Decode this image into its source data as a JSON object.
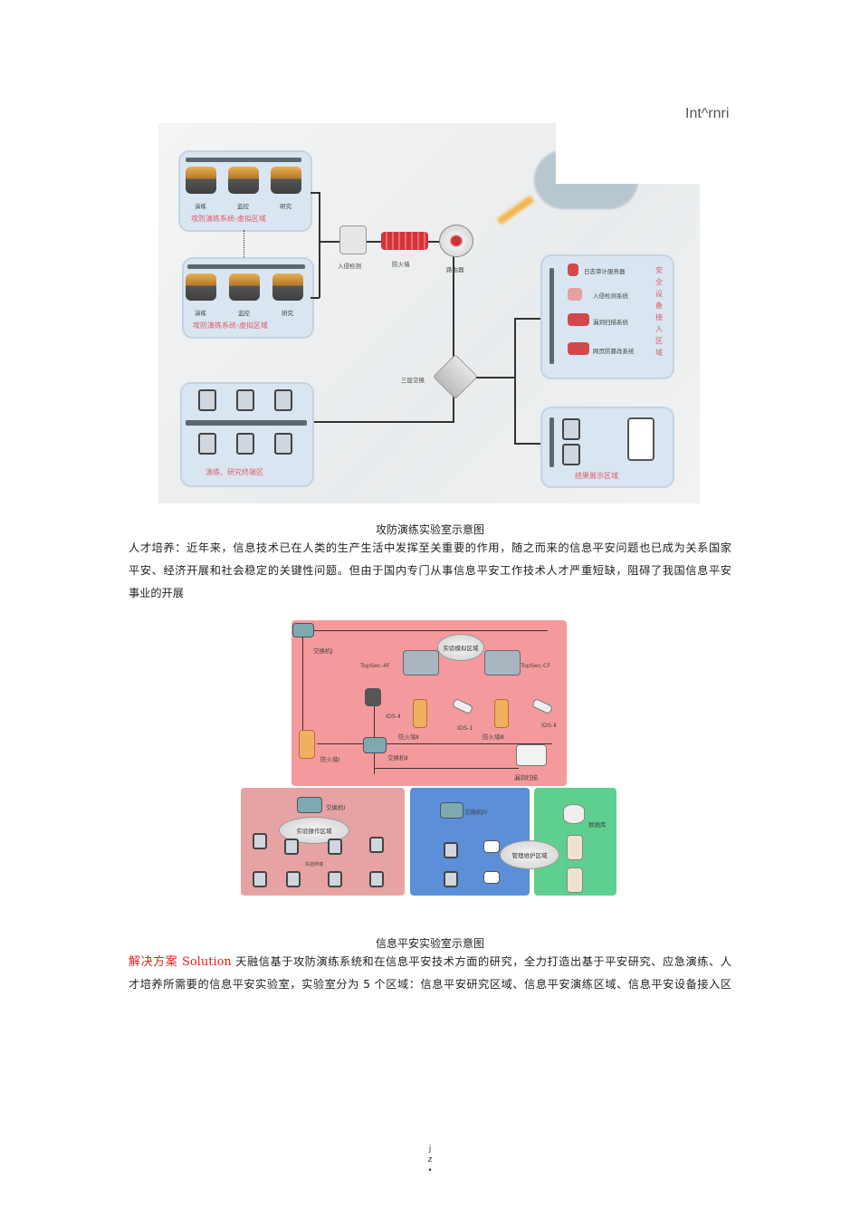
{
  "header": {
    "mark": "Int^rnri"
  },
  "figure1": {
    "caption": "攻防演练实验室示意图",
    "zone_top": {
      "nodes": [
        "演练",
        "监控",
        "研究"
      ],
      "label": "攻防演练系统-虚拟区域"
    },
    "zone_mid": {
      "nodes": [
        "演练",
        "监控",
        "研究"
      ],
      "label": "攻防演练系统-虚拟区域"
    },
    "devices": {
      "ids": "入侵检测",
      "firewall": "防火墙",
      "router": "路由器",
      "switch": "三层交换"
    },
    "terminal_zone": "演练、研究终端区",
    "security_zone": {
      "title": "安全设备接入区域",
      "items": [
        "日志审计服务器",
        "入侵检测系统",
        "漏洞扫描系统",
        "网页防篡改系统"
      ]
    },
    "display_zone": "结果展示区域"
  },
  "paragraph1": {
    "lines": [
      "人才培养：近年来，信息技术已在人类的生产生活中发挥至关重要的作用，随之而来的信息平安问题也已成为关系国家",
      "平安、经济开展和社会稳定的关键性问题。但由于国内专门从事信息平安工作技术人才严重短缺，阻碍了我国信息平安",
      "事业的开展"
    ]
  },
  "figure2": {
    "caption": "信息平安实验室示意图",
    "labels": {
      "switch_a": "交换机J",
      "topsec_left": "TopSec-4F",
      "topsec_right": "TopSec-CF",
      "cloud": "实验模拟区域",
      "ids": "IDS-Ⅱ",
      "fw_mid": "防火墙Ⅱ",
      "ids1": "IDS-1",
      "fw_right": "防火墙Ⅲ",
      "ids2": "IDS-Ⅱ",
      "fw_left": "防火墙Ⅰ",
      "switch_b": "交换机Ⅱ",
      "scanner": "漏洞扫描",
      "switch_c": "交换机Ⅰ",
      "lab_zone": "实验操作区域",
      "pcs": "实验终端",
      "switch_d": "交换机Ⅳ",
      "mgmt_zone": "管理维护区域",
      "db": "数据库"
    }
  },
  "paragraph2": {
    "lead": "解决方案 Solution",
    "line1_rest": " 天融信基于攻防演练系统和在信息平安技术方面的研究，全力打造出基于平安研究、应急演练、人",
    "line2": "才培养所需要的信息平安实验室，实验室分为 5 个区域：信息平安研究区域、信息平安演练区域、信息平安设备接入区"
  },
  "footer": {
    "chars": [
      "j",
      "z",
      "•"
    ]
  }
}
